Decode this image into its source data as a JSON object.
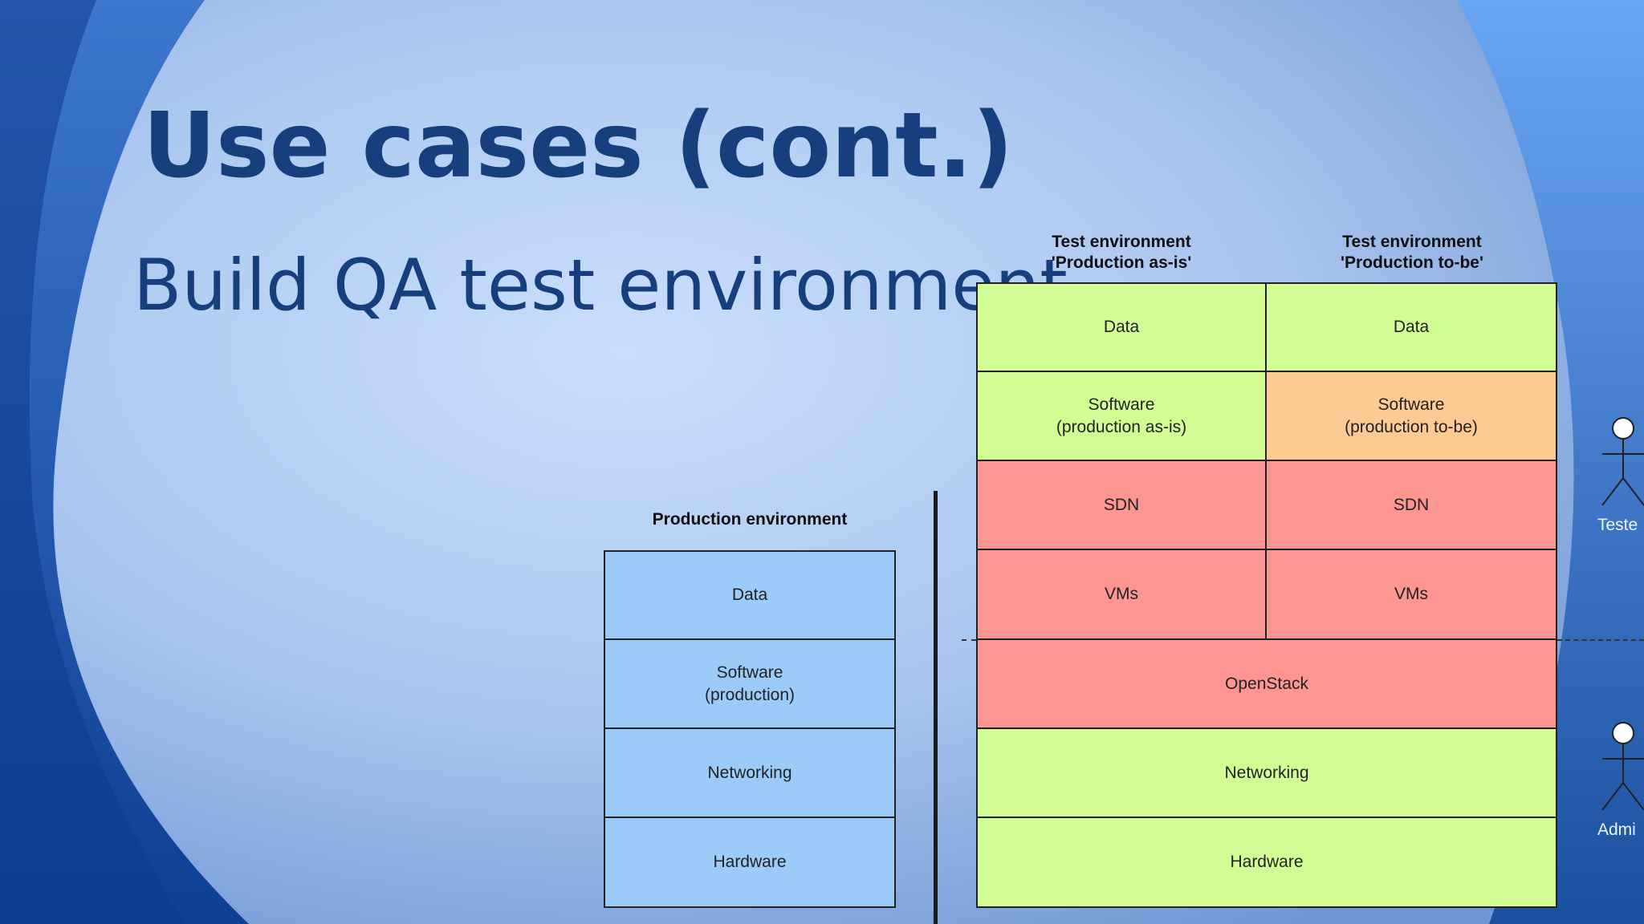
{
  "slide": {
    "title": "Use cases (cont.)",
    "subtitle": "Build QA test environment"
  },
  "production": {
    "header": "Production environment",
    "layers": [
      "Data",
      "Software\n(production)",
      "Networking",
      "Hardware"
    ]
  },
  "test_as_is": {
    "header": "Test environment\n'Production as-is'",
    "layers": [
      "Data",
      "Software\n(production as-is)",
      "SDN",
      "VMs"
    ]
  },
  "test_to_be": {
    "header": "Test environment\n'Production to-be'",
    "layers": [
      "Data",
      "Software\n(production to-be)",
      "SDN",
      "VMs"
    ]
  },
  "shared_layers": [
    "OpenStack",
    "Networking",
    "Hardware"
  ],
  "actors": {
    "tester": "Teste",
    "admin": "Admi"
  },
  "colors": {
    "title": "#173f7d",
    "production_fill": "#9ccbf9",
    "green_fill": "#d2fd95",
    "orange_fill": "#fdca94",
    "red_fill": "#fd9592"
  }
}
